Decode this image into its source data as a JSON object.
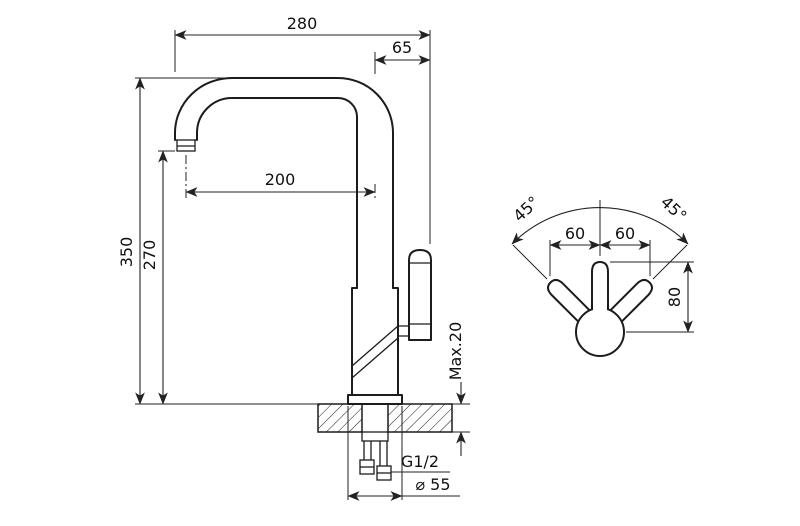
{
  "front_view": {
    "dim_overall_depth": "280",
    "dim_handle_offset": "65",
    "dim_spout_reach": "200",
    "dim_overall_height": "350",
    "dim_spout_height": "270",
    "dim_deck_thickness": "Max.20",
    "dim_connection_thread": "G1/2",
    "dim_base_diameter": "⌀ 55"
  },
  "handle_view": {
    "dim_swing_angle_left": "45°",
    "dim_swing_angle_right": "45°",
    "dim_swing_offset_left": "60",
    "dim_swing_offset_right": "60",
    "dim_handle_height": "80"
  }
}
